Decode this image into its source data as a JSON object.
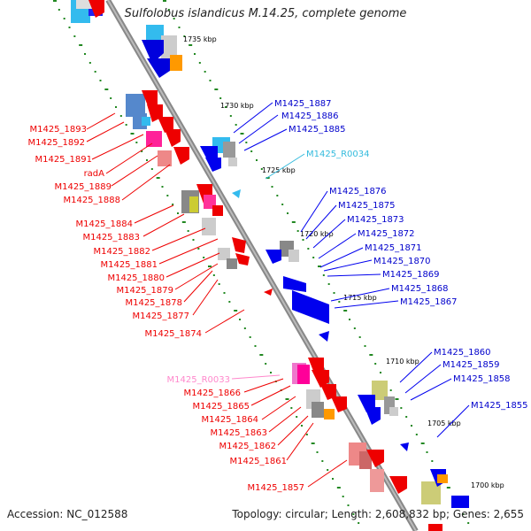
{
  "title": "Sulfolobus islandicus M.14.25, complete genome",
  "accession": "Accession: NC_012588",
  "topology": "Topology: circular; Length: 2,608,832 bp; Genes: 2,655",
  "colors": {
    "forward_gene": "#ff0000",
    "reverse_gene": "#0000ff",
    "rna_forward": "#ff88cc",
    "rna_reverse": "#55c0e0",
    "backbone": "#888888",
    "tick": "#228822"
  },
  "kbp_labels": [
    "1735 kbp",
    "1730 kbp",
    "1725 kbp",
    "1720 kbp",
    "1715 kbp",
    "1710 kbp",
    "1705 kbp",
    "1700 kbp"
  ],
  "left_labels": [
    "M1425_1893",
    "M1425_1892",
    "M1425_1891",
    "radA",
    "M1425_1889",
    "M1425_1888",
    "M1425_1884",
    "M1425_1883",
    "M1425_1882",
    "M1425_1881",
    "M1425_1880",
    "M1425_1879",
    "M1425_1878",
    "M1425_1877",
    "M1425_1874",
    "M1425_R0033",
    "M1425_1866",
    "M1425_1865",
    "M1425_1864",
    "M1425_1863",
    "M1425_1862",
    "M1425_1861",
    "M1425_1857"
  ],
  "right_labels": [
    "M1425_1887",
    "M1425_1886",
    "M1425_1885",
    "M1425_R0034",
    "M1425_1876",
    "M1425_1875",
    "M1425_1873",
    "M1425_1872",
    "M1425_1871",
    "M1425_1870",
    "M1425_1869",
    "M1425_1868",
    "M1425_1867",
    "M1425_1860",
    "M1425_1859",
    "M1425_1858",
    "M1425_1855"
  ]
}
